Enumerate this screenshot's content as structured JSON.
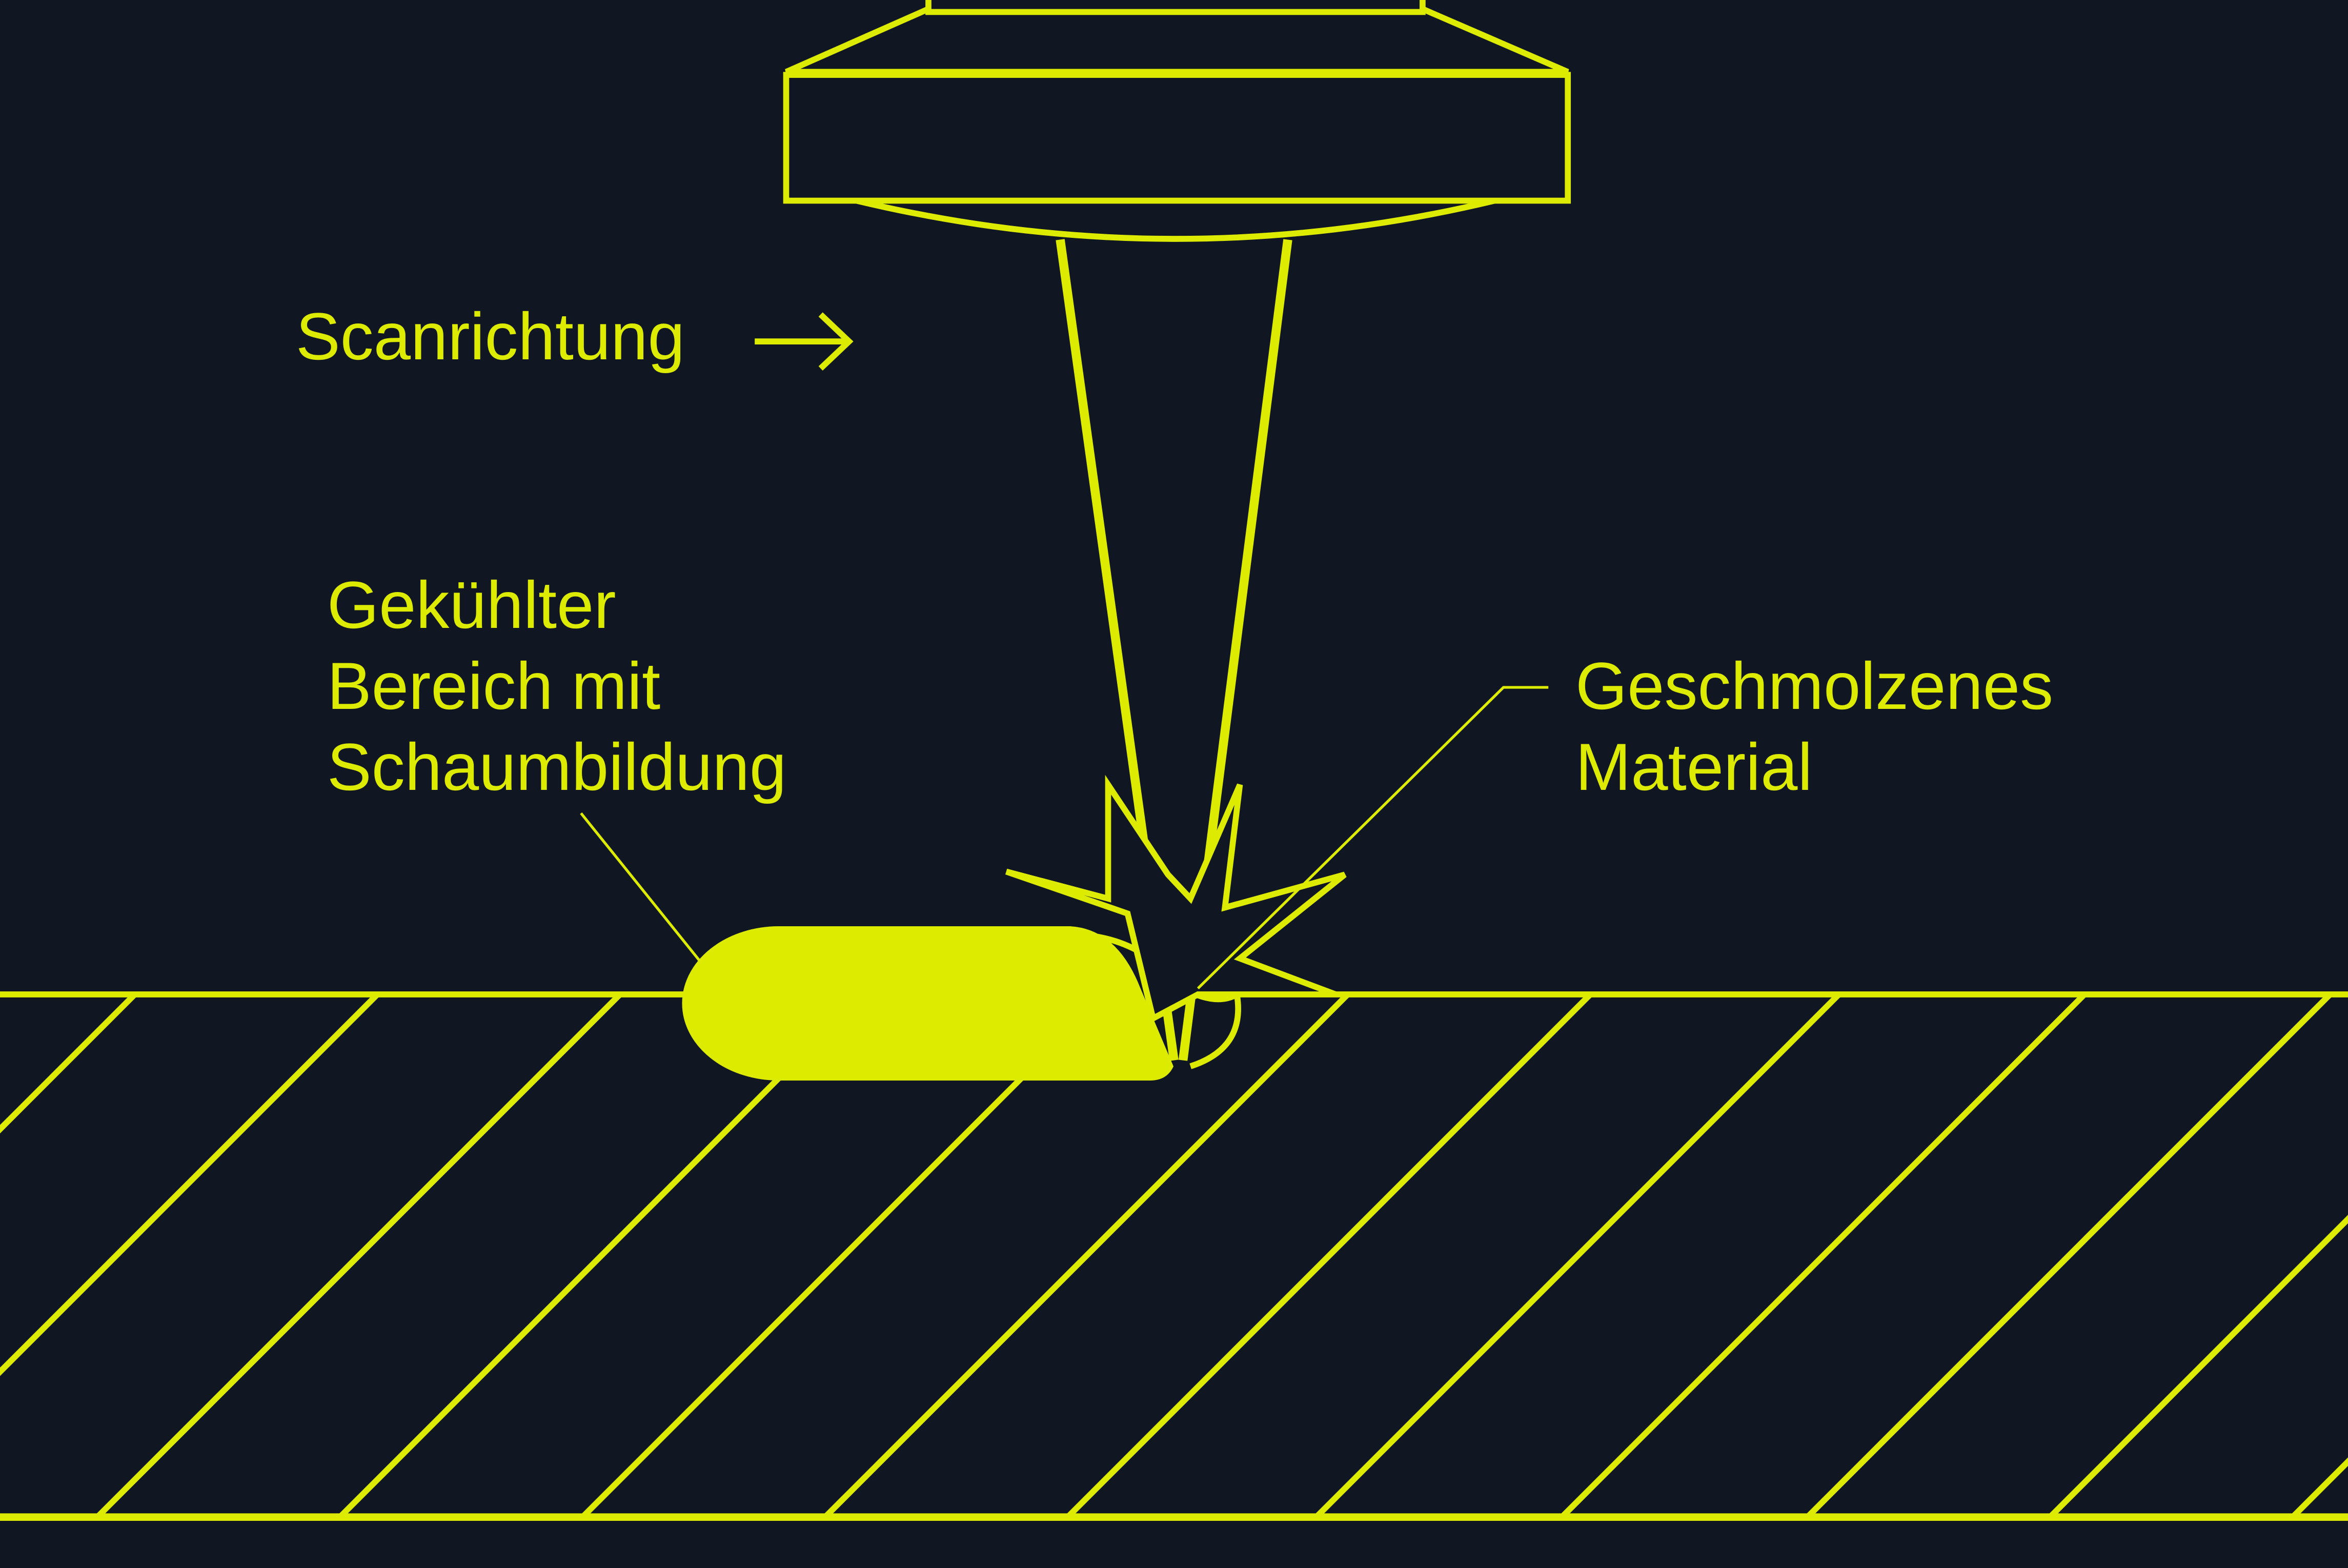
{
  "labels": {
    "scan_direction": "Scanrichtung",
    "scan_arrow": "→",
    "cooled_area": {
      "line1": "Gekühlter",
      "line2": "Bereich mit",
      "line3": "Schaumbildung"
    },
    "molten_material": {
      "line1": "Geschmolzenes",
      "line2": "Material"
    }
  },
  "colors": {
    "background": "#111722",
    "accent": "#DCEB00"
  },
  "icons": {
    "scan_direction_arrow": "right-arrow-icon"
  }
}
